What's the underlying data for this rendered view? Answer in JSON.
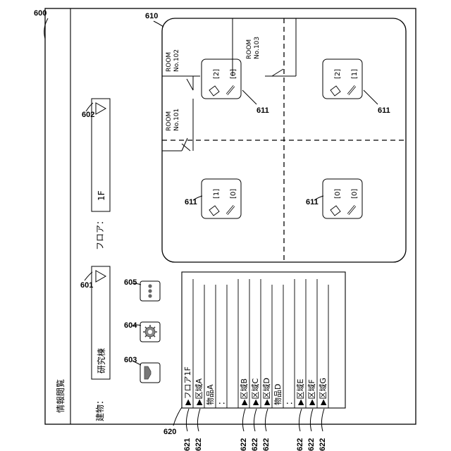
{
  "figure": {
    "screen_ref": "600",
    "window_title": "情報閲覧",
    "building": {
      "label": "建物：",
      "value": "研究棟",
      "ref": "601"
    },
    "floor": {
      "label": "フロア：",
      "value": "1F",
      "ref": "602"
    },
    "buttons": [
      {
        "name": "filter-button",
        "icon": "filter-icon",
        "ref": "603"
      },
      {
        "name": "settings-button",
        "icon": "gear-icon",
        "ref": "604"
      },
      {
        "name": "more-button",
        "icon": "more-dots-icon",
        "ref": "605"
      }
    ],
    "map": {
      "ref": "610",
      "rooms": [
        {
          "line1": "ROOM",
          "line2": "No.101"
        },
        {
          "line1": "ROOM",
          "line2": "No.102"
        },
        {
          "line1": "ROOM",
          "line2": "No.103"
        }
      ],
      "markers": [
        {
          "ref": "611",
          "doc_count": "[2]",
          "pen_count": "[0]"
        },
        {
          "ref": "611",
          "doc_count": "[2]",
          "pen_count": "[1]"
        },
        {
          "ref": "611",
          "doc_count": "[1]",
          "pen_count": "[0]"
        },
        {
          "ref": "611",
          "doc_count": "[0]",
          "pen_count": "[0]"
        }
      ]
    },
    "tree": {
      "ref": "620",
      "root": {
        "label": "▶フロア1F",
        "ref": "621"
      },
      "rows": [
        {
          "label": "▶区域A",
          "ref": "622"
        },
        {
          "label": "物品A",
          "ref": ""
        },
        {
          "label": "：",
          "ref": ""
        },
        {
          "label": "",
          "ref": ""
        },
        {
          "label": "▶区域B",
          "ref": "622"
        },
        {
          "label": "▶区域C",
          "ref": "622"
        },
        {
          "label": "▶区域D",
          "ref": "622"
        },
        {
          "label": "物品D",
          "ref": ""
        },
        {
          "label": "：",
          "ref": ""
        },
        {
          "label": "▶区域E",
          "ref": "622"
        },
        {
          "label": "▶区域F",
          "ref": "622"
        },
        {
          "label": "▶区域G",
          "ref": "622"
        },
        {
          "label": "",
          "ref": ""
        }
      ]
    }
  }
}
